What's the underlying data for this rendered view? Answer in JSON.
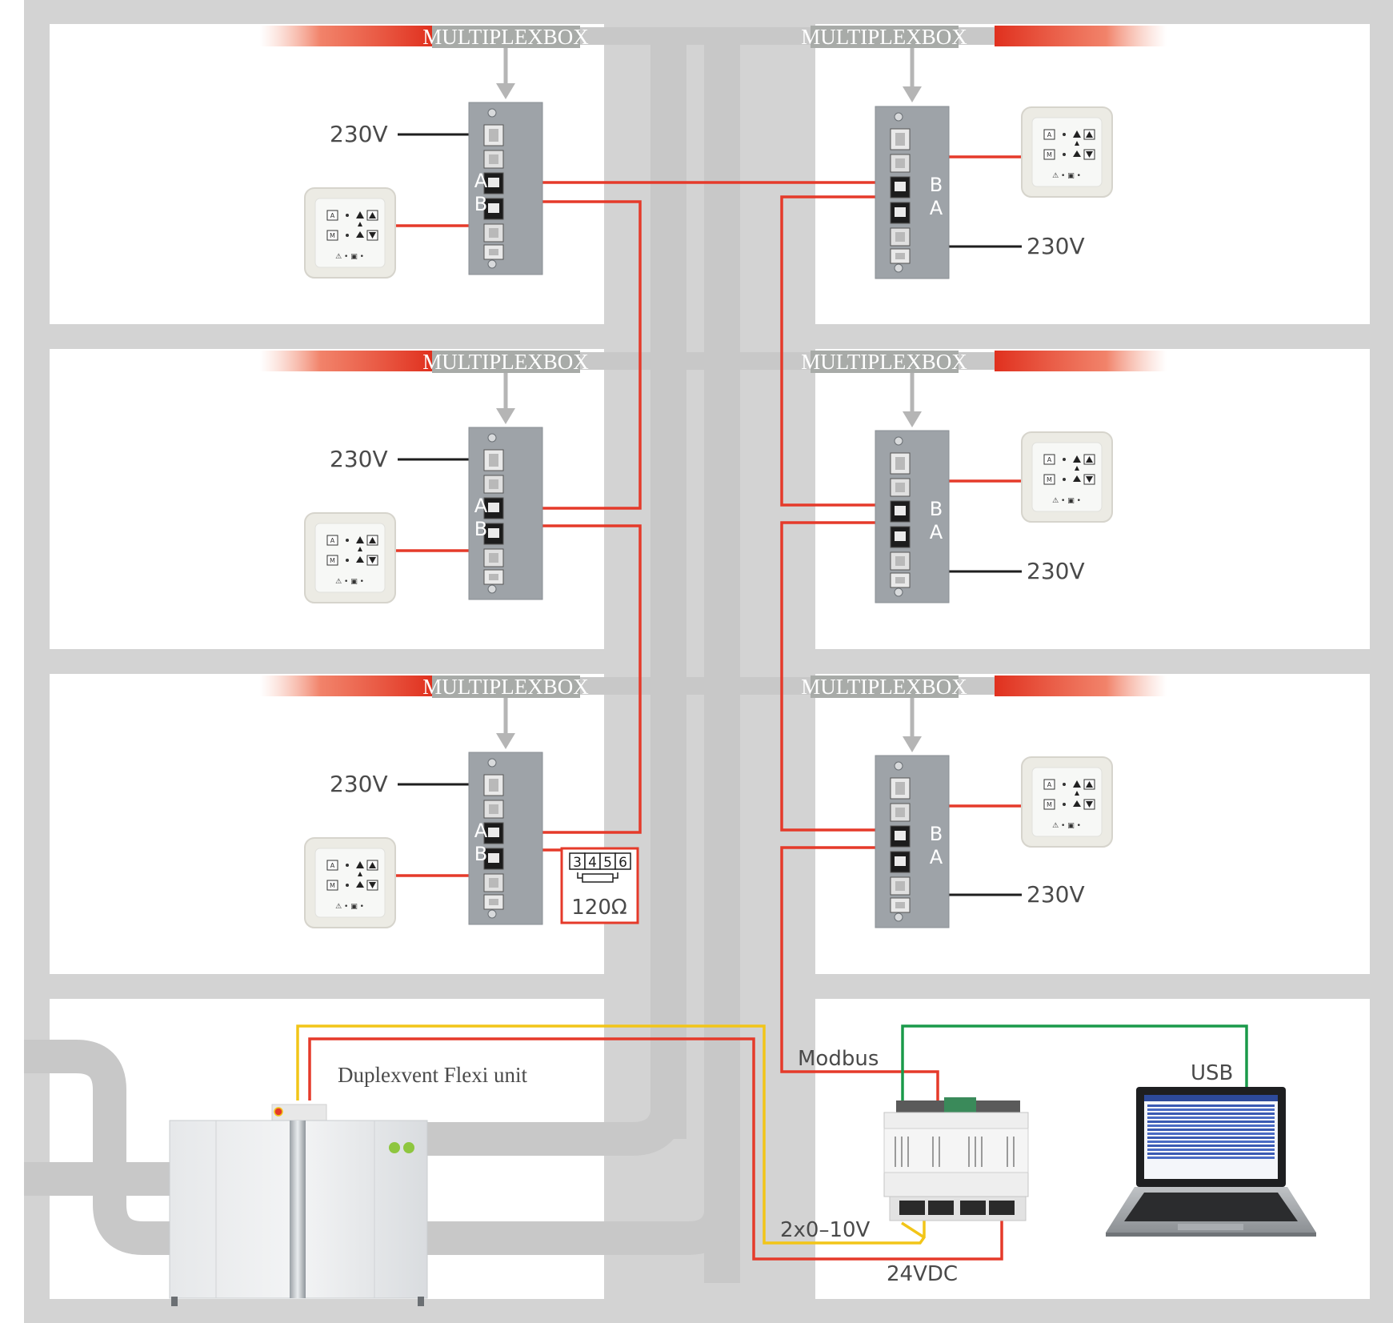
{
  "colors": {
    "building": "#d3d3d3",
    "room": "#ffffff",
    "duct": "#c8c8c8",
    "rs485": "#e53a2a",
    "power": "#1e1e1e",
    "signal": "#f2c518",
    "usb": "#1a9a4a",
    "panel": "#9ea3a8",
    "label_text": "#4a4a4a",
    "ab_text": "#ffffff"
  },
  "labels": {
    "multiplexbox": "MULTIPLEXBOX",
    "voltage": "230V",
    "port_a": "A",
    "port_b": "B",
    "terminator_pins": [
      "3",
      "4",
      "5",
      "6"
    ],
    "terminator_value": "120Ω",
    "unit": "Duplexvent Flexi unit",
    "modbus": "Modbus",
    "usb": "USB",
    "analog": "2x0–10V",
    "supply": "24VDC"
  },
  "icons": {
    "panel_button_a": "A",
    "panel_button_m": "M",
    "panel_status": "⚠ • ▣ •"
  }
}
